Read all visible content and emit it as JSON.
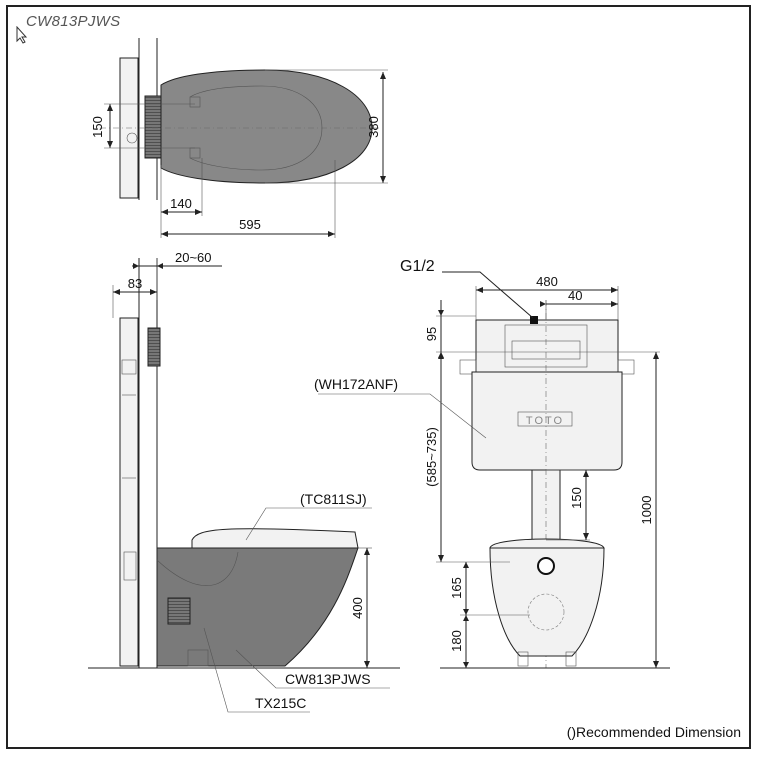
{
  "title": "CW813PJWS",
  "footnote": "()Recommended Dimension",
  "top_view": {
    "dims": {
      "d150": "150",
      "d380": "380",
      "d140": "140",
      "d595": "595"
    }
  },
  "side_view": {
    "dims": {
      "d20_60": "20~60",
      "d83": "83",
      "d400": "400"
    },
    "labels": {
      "seat": "(TC811SJ)",
      "bowl": "CW813PJWS",
      "part": "TX215C"
    }
  },
  "front_view": {
    "dims": {
      "d480": "480",
      "d40": "40",
      "d95": "95",
      "d585_735": "(585~735)",
      "d150": "150",
      "d1000": "1000",
      "d165": "165",
      "d180": "180"
    },
    "labels": {
      "pipe": "G1/2",
      "tank": "(WH172ANF)",
      "brand": "TOTO"
    }
  }
}
